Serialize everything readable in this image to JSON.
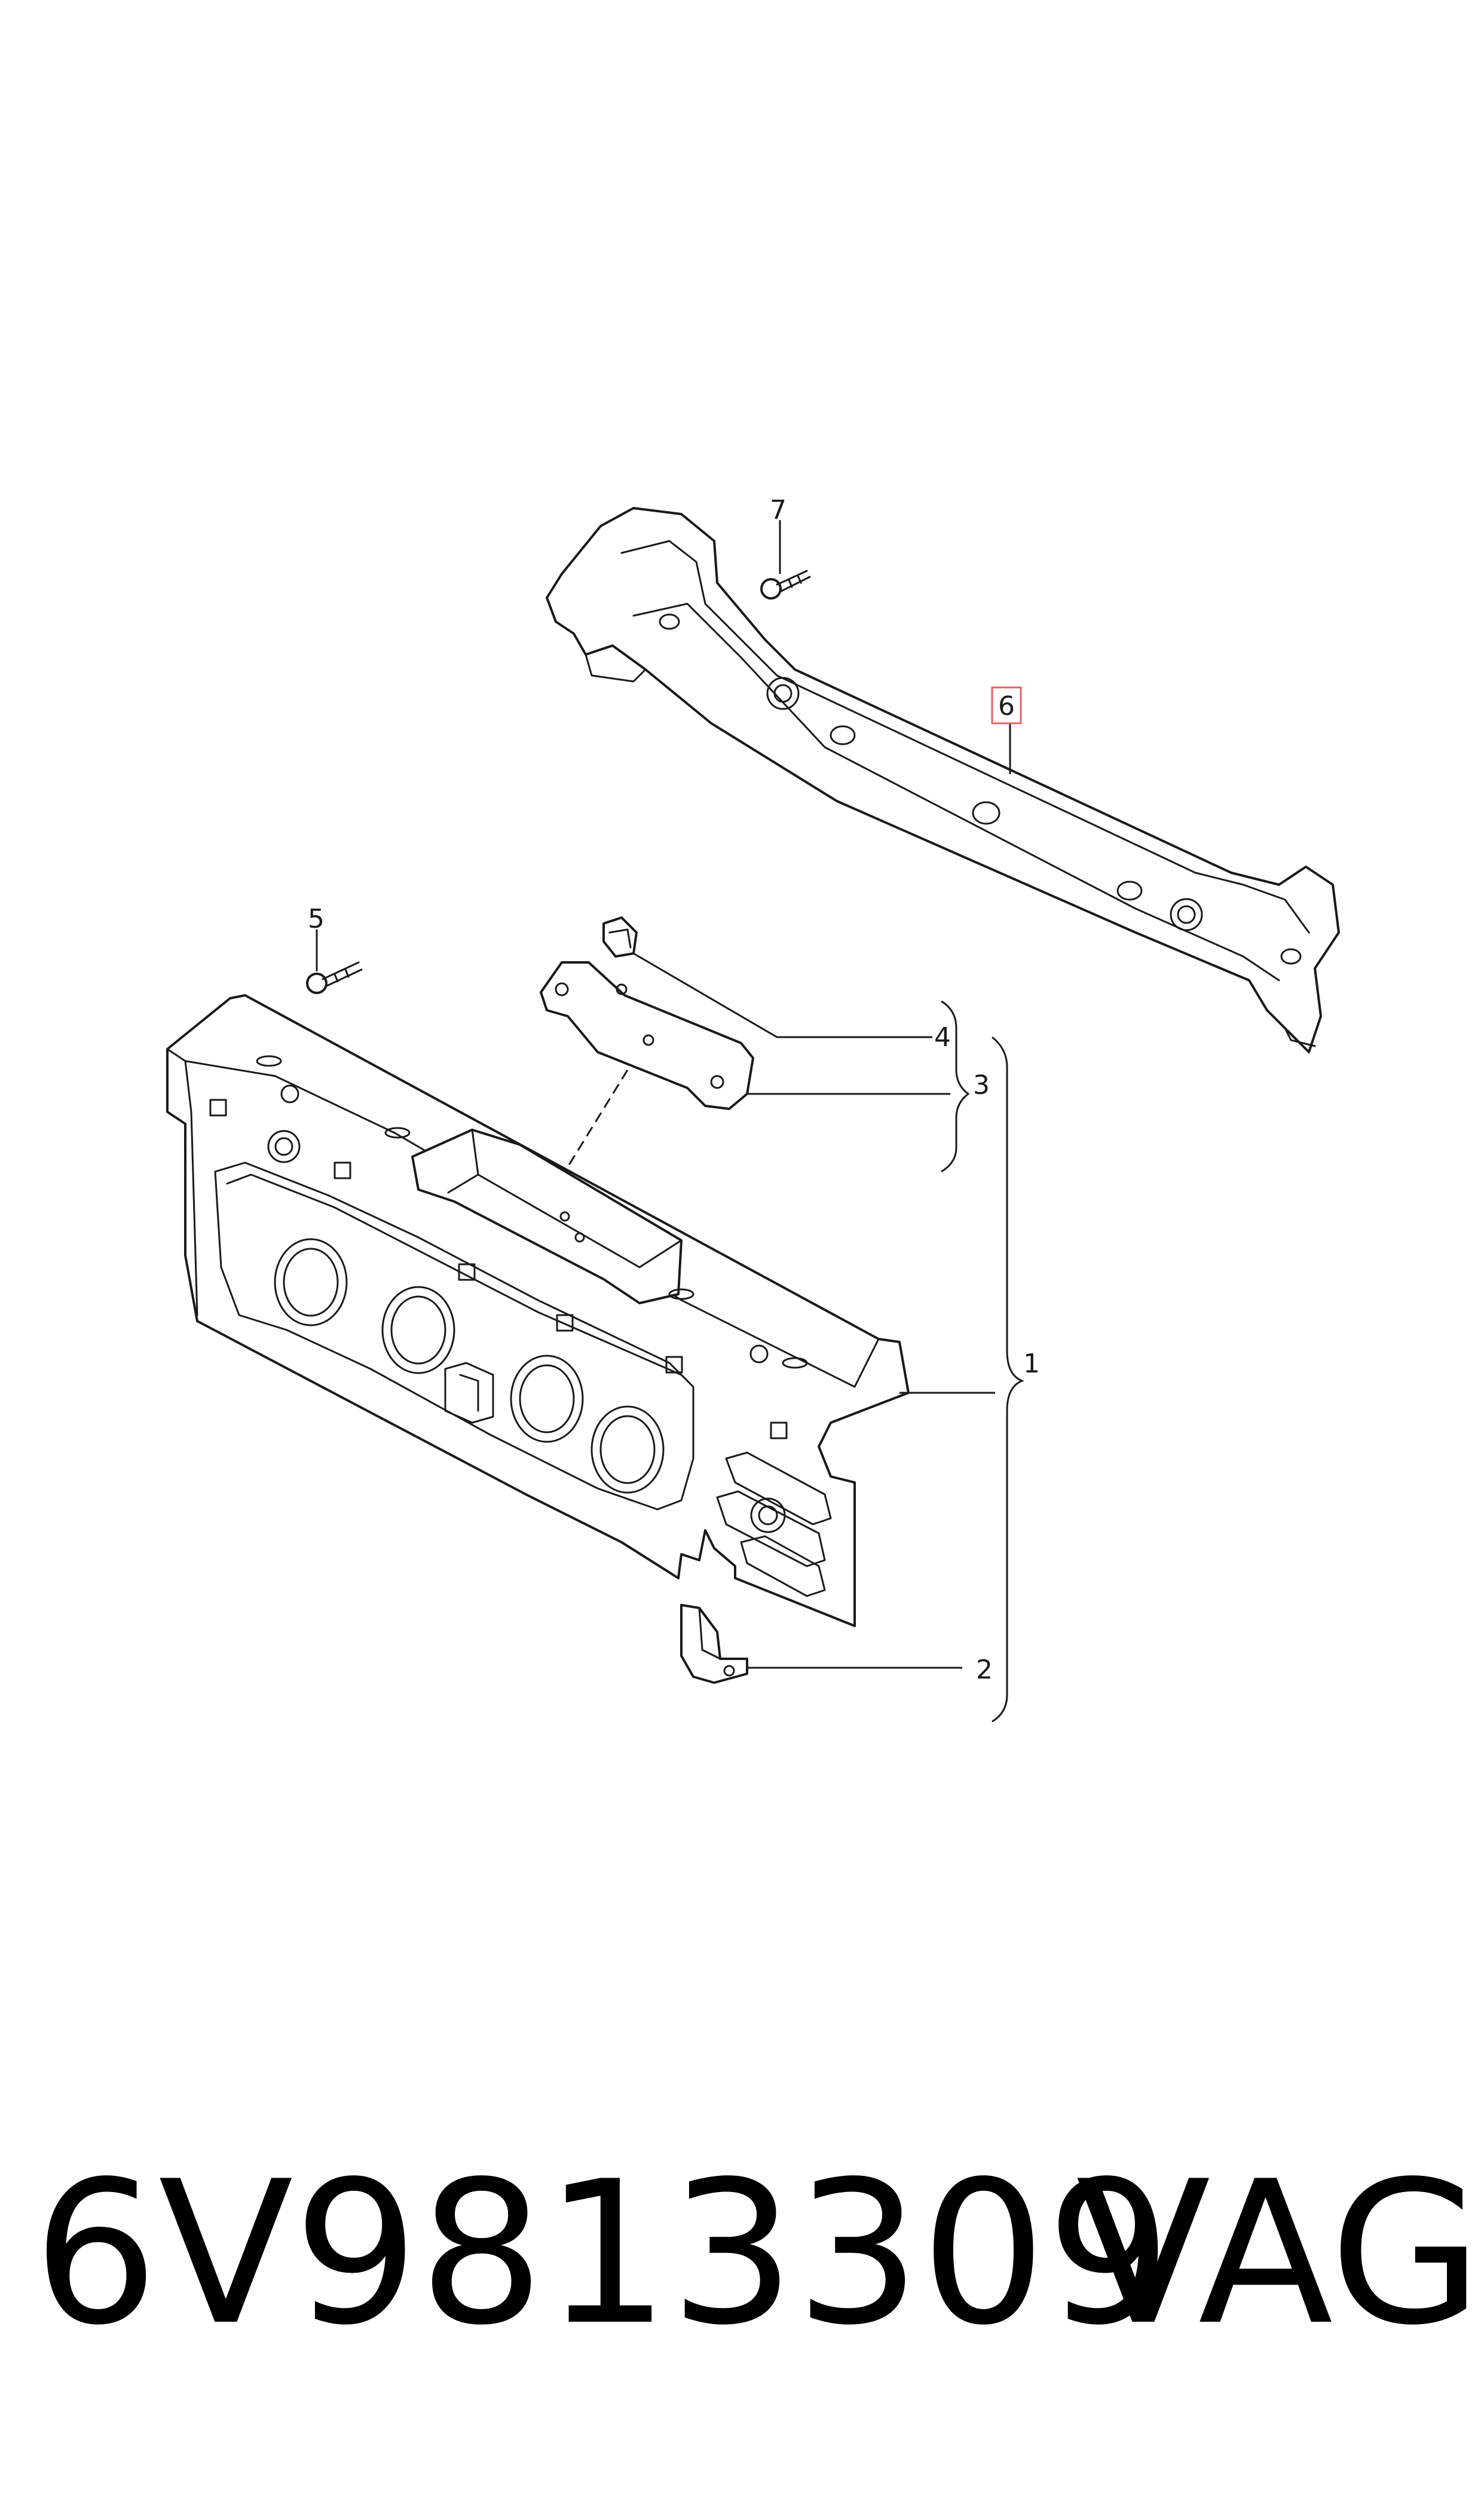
{
  "diagram": {
    "callouts": {
      "c1": "1",
      "c2": "2",
      "c3": "3",
      "c4": "4",
      "c5": "5",
      "c6": "6",
      "c7": "7"
    },
    "highlight_color": "#e06666",
    "line_color": "#1a1a1a"
  },
  "footer": {
    "part_number": "6V9813309",
    "brand": "VAG"
  }
}
